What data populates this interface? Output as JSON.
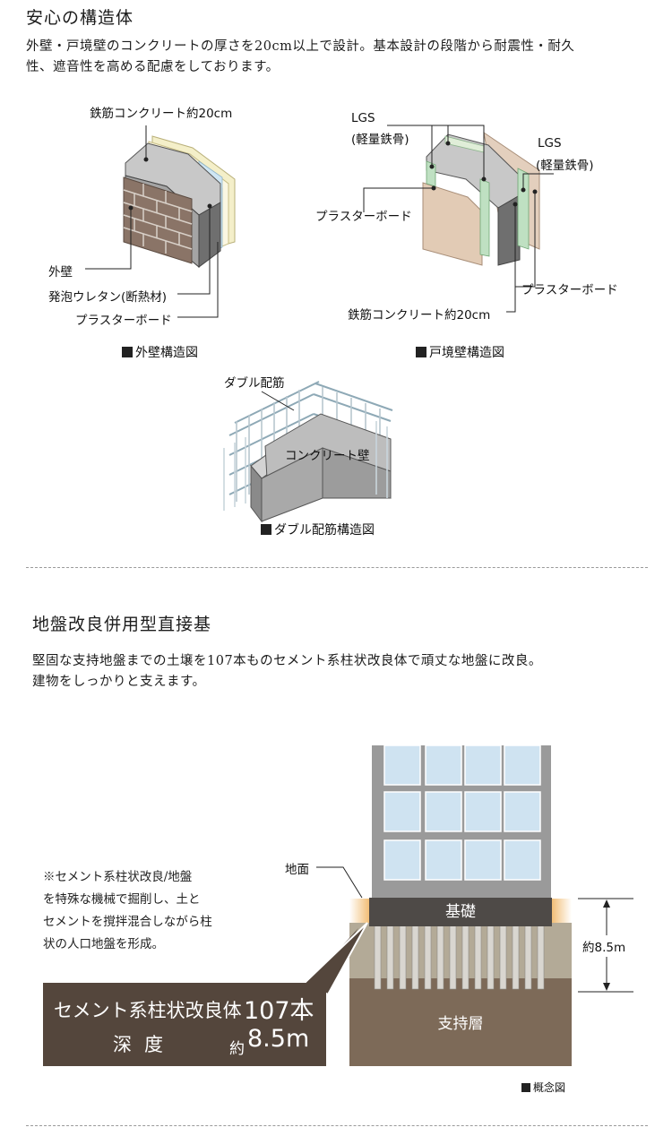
{
  "section1": {
    "title": "安心の構造体",
    "description_line1": "外壁・戸境壁のコンクリートの厚さを20cm以上で設計。基本設計の段階から耐震性・耐久",
    "description_line2": "性、遮音性を高める配慮をしております。",
    "exterior": {
      "label_concrete": "鉄筋コンクリート約20cm",
      "label_outer_wall": "外壁",
      "label_urethane": "発泡ウレタン(断熱材)",
      "label_plaster": "プラスターボード",
      "caption": "外壁構造図"
    },
    "party": {
      "label_lgs1": "LGS",
      "label_lgs1_sub": "(軽量鉄骨)",
      "label_lgs2": "LGS",
      "label_lgs2_sub": "(軽量鉄骨)",
      "label_plaster_left": "プラスターボード",
      "label_plaster_right": "プラスターボード",
      "label_concrete": "鉄筋コンクリート約20cm",
      "caption": "戸境壁構造図"
    },
    "double": {
      "label_rebar": "ダブル配筋",
      "label_wall": "コンクリート壁",
      "caption": "ダブル配筋構造図"
    }
  },
  "section2": {
    "title": "地盤改良併用型直接基",
    "description_line1": "堅固な支持地盤までの土壌を107本ものセメント系柱状改良体で頑丈な地盤に改良。",
    "description_line2": "建物をしっかりと支えます。",
    "note_lines": [
      "※セメント系柱状改良/地盤",
      "を特殊な機械で掘削し、土と",
      "セメントを撹拌混合しながら柱",
      "状の人口地盤を形成。"
    ],
    "label_ground": "地面",
    "label_foundation": "基礎",
    "label_support": "支持層",
    "label_depth": "約8.5m",
    "box": {
      "row1_label": "セメント系柱状改良体",
      "row1_value": "107本",
      "row2_label": "深度",
      "row2_prefix": "約",
      "row2_value": "8.5m"
    },
    "caption": "概念図"
  },
  "colors": {
    "brown_box": "#54463c",
    "support_layer": "#7d6a58",
    "soil": "#b3aa97",
    "foundation": "#4e4a47",
    "building": "#9a9a9a",
    "window": "#cfe3f1"
  }
}
